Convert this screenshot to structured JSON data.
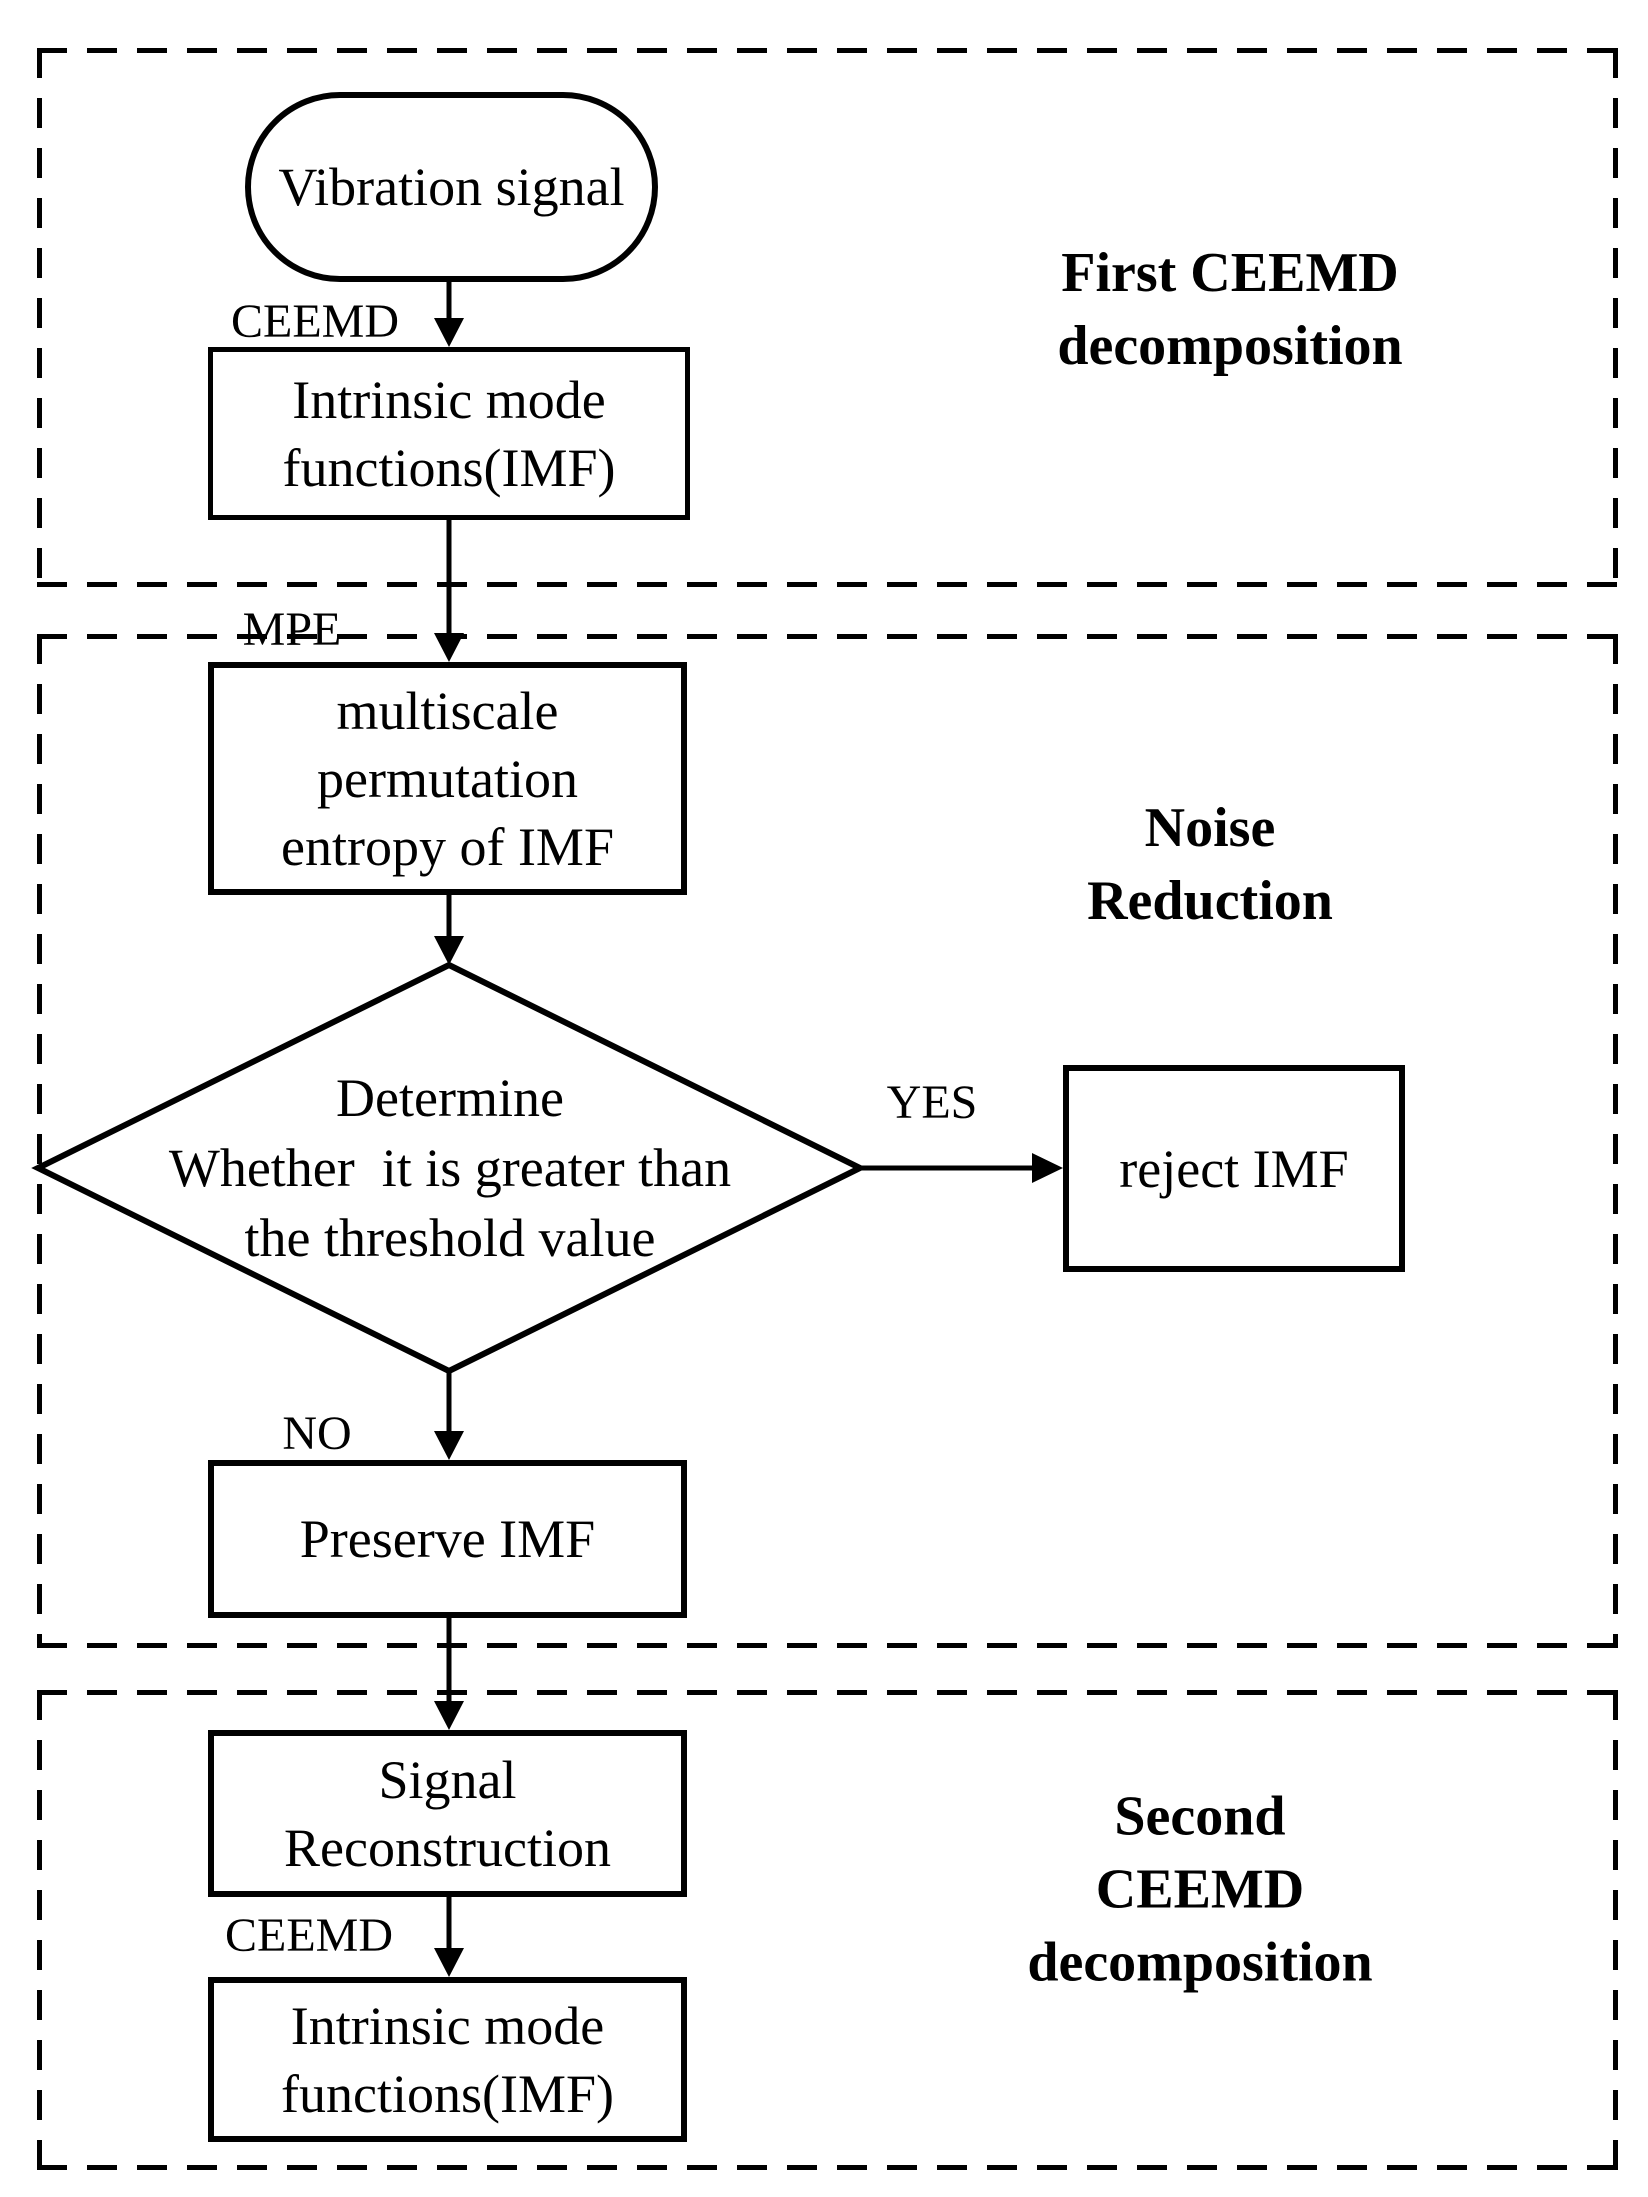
{
  "diagram": {
    "title": "CEEMD vibration-signal noise reduction flowchart",
    "colors": {
      "line": "#000000",
      "background": "#ffffff",
      "text": "#000000"
    },
    "sections": [
      {
        "id": "first-ceemd",
        "label": "First CEEMD\ndecomposition"
      },
      {
        "id": "noise-reduction",
        "label": "Noise\nReduction"
      },
      {
        "id": "second-ceemd",
        "label": "Second\nCEEMD\ndecomposition"
      }
    ],
    "nodes": {
      "vibration_signal": "Vibration signal",
      "imf_first": "Intrinsic mode\nfunctions(IMF)",
      "mpe_box": "multiscale\npermutation\nentropy of IMF",
      "decision": "Determine\nWhether  it is greater than\nthe threshold value",
      "reject_imf": "reject IMF",
      "preserve_imf": "Preserve IMF",
      "signal_reconstruction": "Signal\nReconstruction",
      "imf_second": "Intrinsic mode\nfunctions(IMF)"
    },
    "edge_labels": {
      "ceemd_first": "CEEMD",
      "mpe": "MPE",
      "yes": "YES",
      "no": "NO",
      "ceemd_second": "CEEMD"
    }
  }
}
